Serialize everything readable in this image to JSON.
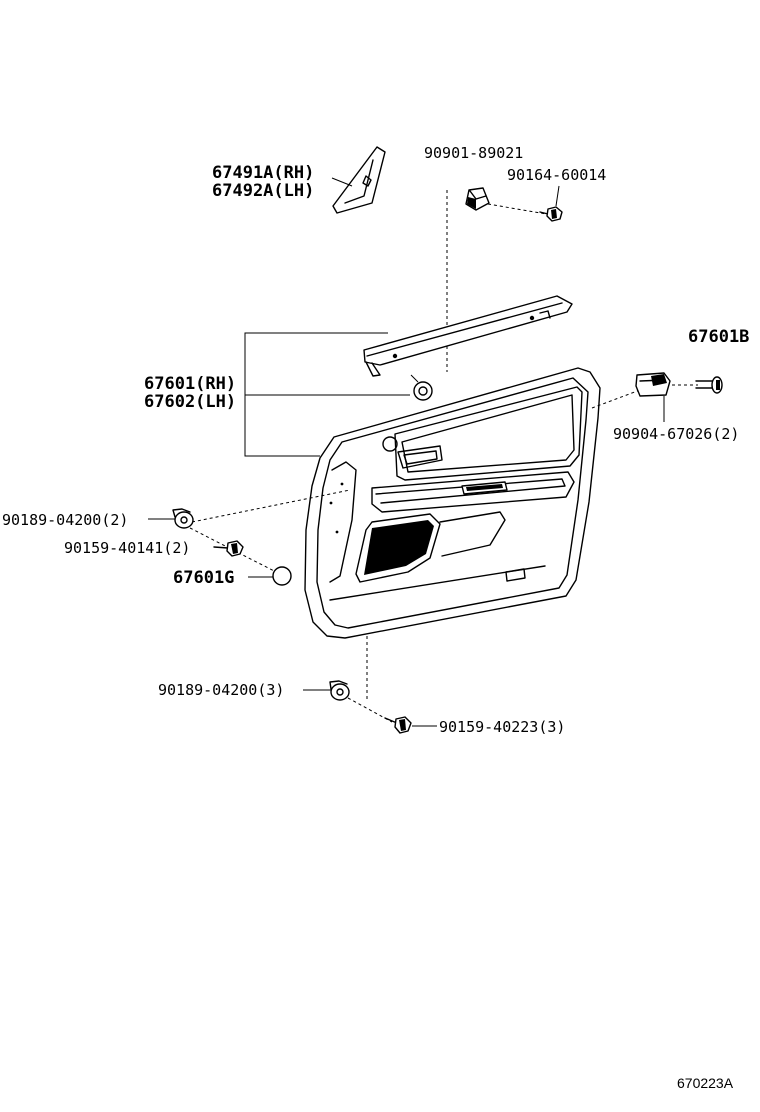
{
  "labels": {
    "mirror_cover_rh": "67491A(RH)",
    "mirror_cover_lh": "67492A(LH)",
    "clip_top": "90901-89021",
    "screw_top": "90164-60014",
    "pad_67601b": "67601B",
    "clip_right": "90904-67026(2)",
    "panel_rh": "67601(RH)",
    "panel_lh": "67602(LH)",
    "grommet_left": "90189-04200(2)",
    "screw_left": "90159-40141(2)",
    "cap_67601g": "67601G",
    "grommet_bottom": "90189-04200(3)",
    "screw_bottom": "90159-40223(3)"
  },
  "figure_id": "670223A"
}
